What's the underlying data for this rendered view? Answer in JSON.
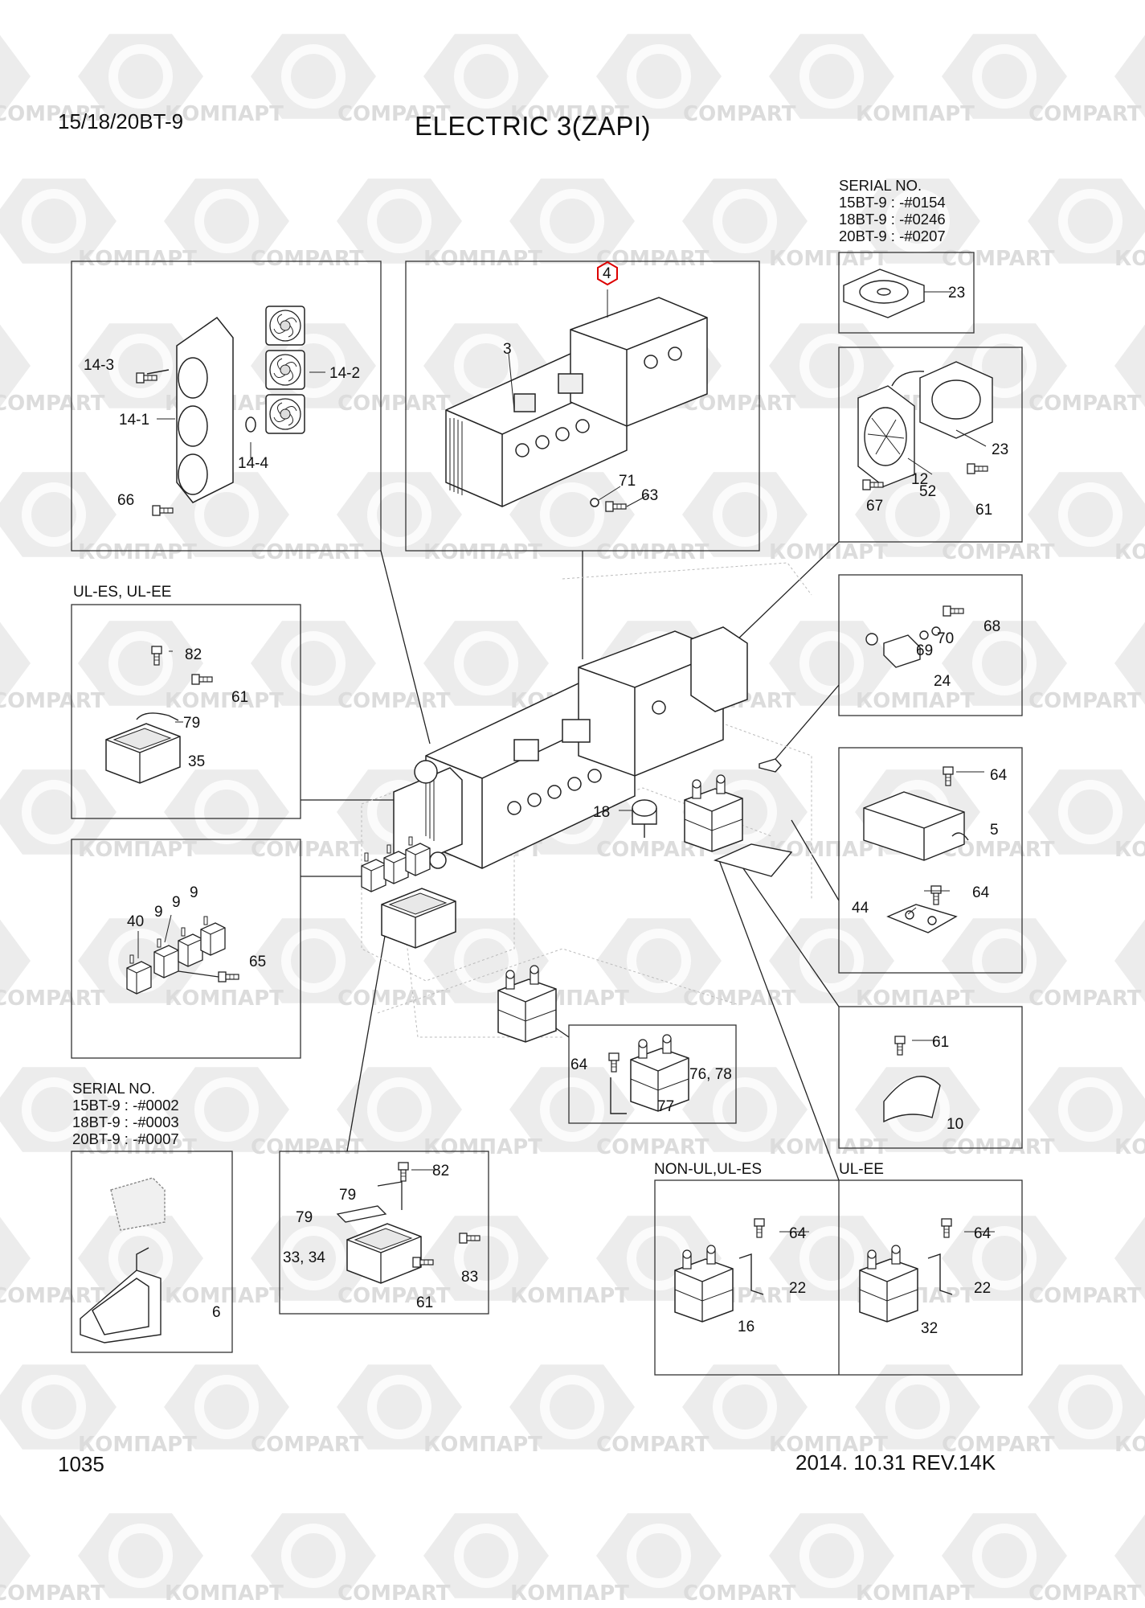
{
  "header": {
    "model": "15/18/20BT-9",
    "title": "ELECTRIC 3(ZAPI)"
  },
  "footer": {
    "page_number": "1035",
    "date_revision": "2014. 10.31  REV.14K"
  },
  "watermark": {
    "texts": [
      "КОМПАРТ",
      "COMPART"
    ],
    "color": "#dcdcdc"
  },
  "serial_top": {
    "heading": "SERIAL NO.",
    "lines": [
      "15BT-9 : -#0154",
      "18BT-9 : -#0246",
      "20BT-9 : -#0207"
    ]
  },
  "serial_bottom": {
    "heading": "SERIAL NO.",
    "lines": [
      "15BT-9 : -#0002",
      "18BT-9 : -#0003",
      "20BT-9 : -#0007"
    ]
  },
  "group_labels": {
    "ul_es_ul_ee": "UL-ES, UL-EE",
    "non_ul_ul_es": "NON-UL,UL-ES",
    "ul_ee": "UL-EE"
  },
  "callouts": [
    {
      "id": "c4",
      "text": "4",
      "highlight": true
    },
    {
      "id": "c3",
      "text": "3"
    },
    {
      "id": "c71",
      "text": "71"
    },
    {
      "id": "c63",
      "text": "63"
    },
    {
      "id": "c14-3",
      "text": "14-3"
    },
    {
      "id": "c14-2",
      "text": "14-2"
    },
    {
      "id": "c14-1",
      "text": "14-1"
    },
    {
      "id": "c14-4",
      "text": "14-4"
    },
    {
      "id": "c66",
      "text": "66"
    },
    {
      "id": "c23a",
      "text": "23"
    },
    {
      "id": "c23b",
      "text": "23"
    },
    {
      "id": "c12",
      "text": "12"
    },
    {
      "id": "c52",
      "text": "52"
    },
    {
      "id": "c67",
      "text": "67"
    },
    {
      "id": "c61a",
      "text": "61"
    },
    {
      "id": "c68",
      "text": "68"
    },
    {
      "id": "c70",
      "text": "70"
    },
    {
      "id": "c69",
      "text": "69"
    },
    {
      "id": "c24",
      "text": "24"
    },
    {
      "id": "c82a",
      "text": "82"
    },
    {
      "id": "c61b",
      "text": "61"
    },
    {
      "id": "c79a",
      "text": "79"
    },
    {
      "id": "c35",
      "text": "35"
    },
    {
      "id": "c64a",
      "text": "64"
    },
    {
      "id": "c5",
      "text": "5"
    },
    {
      "id": "c64b",
      "text": "64"
    },
    {
      "id": "c44",
      "text": "44"
    },
    {
      "id": "c18",
      "text": "18"
    },
    {
      "id": "c40",
      "text": "40"
    },
    {
      "id": "c9a",
      "text": "9"
    },
    {
      "id": "c9b",
      "text": "9"
    },
    {
      "id": "c9c",
      "text": "9"
    },
    {
      "id": "c65",
      "text": "65"
    },
    {
      "id": "c64c",
      "text": "64"
    },
    {
      "id": "c76-78",
      "text": "76, 78"
    },
    {
      "id": "c77",
      "text": "77"
    },
    {
      "id": "c61c",
      "text": "61"
    },
    {
      "id": "c10",
      "text": "10"
    },
    {
      "id": "c82b",
      "text": "82"
    },
    {
      "id": "c79b",
      "text": "79"
    },
    {
      "id": "c79c",
      "text": "79"
    },
    {
      "id": "c33-34",
      "text": "33, 34"
    },
    {
      "id": "c83",
      "text": "83"
    },
    {
      "id": "c61d",
      "text": "61"
    },
    {
      "id": "c6",
      "text": "6"
    },
    {
      "id": "c64d",
      "text": "64"
    },
    {
      "id": "c22a",
      "text": "22"
    },
    {
      "id": "c16",
      "text": "16"
    },
    {
      "id": "c64e",
      "text": "64"
    },
    {
      "id": "c22b",
      "text": "22"
    },
    {
      "id": "c32",
      "text": "32"
    }
  ]
}
